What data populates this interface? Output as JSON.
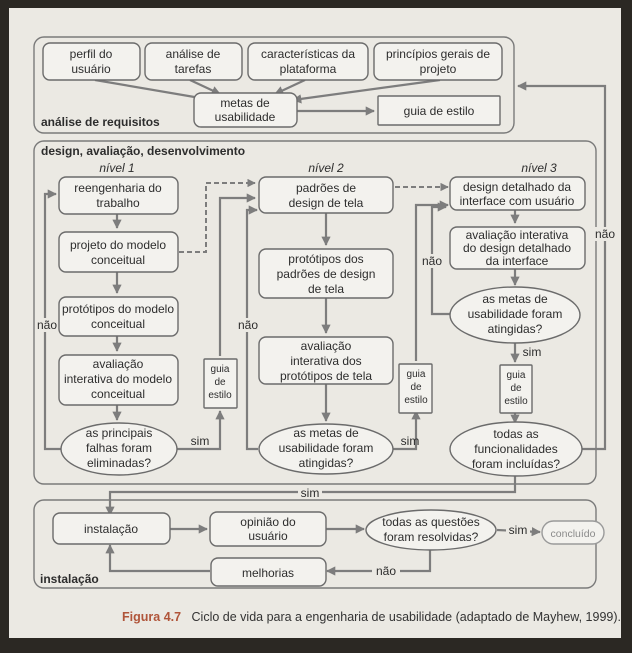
{
  "requirements": {
    "title": "análise de requisitos",
    "profile": [
      "perfil do",
      "usuário"
    ],
    "tasks": [
      "análise de",
      "tarefas"
    ],
    "platform": [
      "características da",
      "plataforma"
    ],
    "principles": [
      "princípios gerais de",
      "projeto"
    ],
    "usability_goals": [
      "metas de",
      "usabilidade"
    ],
    "style_guide": "guia de estilo"
  },
  "design": {
    "title": "design, avaliação, desenvolvimento",
    "level1": {
      "label": "nível 1",
      "reengineering": [
        "reengenharia do",
        "trabalho"
      ],
      "conceptual_model": [
        "projeto do modelo",
        "conceitual"
      ],
      "prototypes": [
        "protótipos do modelo",
        "conceitual"
      ],
      "evaluation": [
        "avaliação",
        "interativa do modelo",
        "conceitual"
      ],
      "decision": [
        "as principais",
        "falhas foram",
        "eliminadas?"
      ],
      "guide": [
        "guia",
        "de",
        "estilo"
      ]
    },
    "level2": {
      "label": "nível 2",
      "standards": [
        "padrões de",
        "design de tela"
      ],
      "prototypes": [
        "protótipos dos",
        "padrões de design",
        "de tela"
      ],
      "evaluation": [
        "avaliação",
        "interativa dos",
        "protótipos de tela"
      ],
      "decision": [
        "as metas de",
        "usabilidade foram",
        "atingidas?"
      ],
      "guide": [
        "guia",
        "de",
        "estilo"
      ]
    },
    "level3": {
      "label": "nível 3",
      "detailed": [
        "design detalhado da",
        "interface com usuário"
      ],
      "evaluation": [
        "avaliação interativa",
        "do design detalhado",
        "da interface"
      ],
      "decision": [
        "as metas de",
        "usabilidade foram",
        "atingidas?"
      ],
      "guide": [
        "guia",
        "de",
        "estilo"
      ],
      "decision2": [
        "todas as",
        "funcionalidades",
        "foram incluídas?"
      ]
    }
  },
  "installation": {
    "title": "instalação",
    "install": "instalação",
    "feedback": [
      "opinião do",
      "usuário"
    ],
    "decision": [
      "todas as questões",
      "foram resolvidas?"
    ],
    "improvements": "melhorias",
    "done": "concluído"
  },
  "labels": {
    "yes": "sim",
    "no": "não"
  },
  "caption": {
    "number": "Figura 4.7",
    "text": "Ciclo de vida para a engenharia de usabilidade (adaptado de Mayhew, 1999)."
  }
}
